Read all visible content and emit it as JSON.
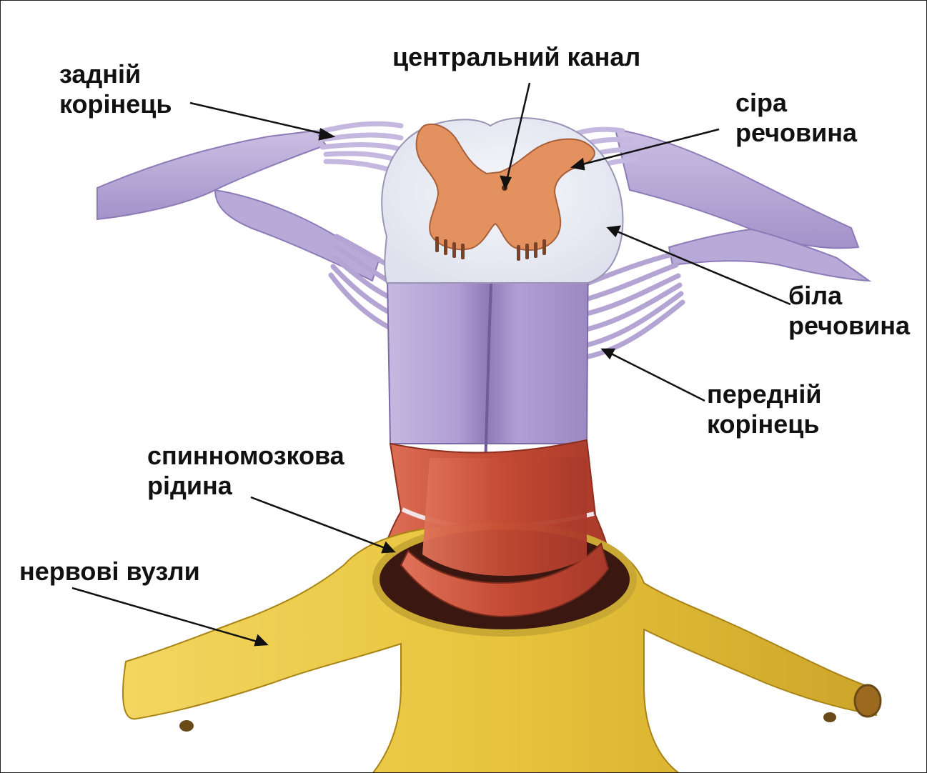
{
  "labels": {
    "posterior_root": [
      "задній",
      "корінець"
    ],
    "central_canal": "центральний канал",
    "gray_matter": [
      "сіра",
      "речовина"
    ],
    "white_matter": [
      "біла",
      "речовина"
    ],
    "anterior_root": [
      "передній",
      "корінець"
    ],
    "csf": [
      "спинномозкова",
      "рідина"
    ],
    "ganglia": "нервові вузли"
  },
  "colors": {
    "white_matter": "#ebedf5",
    "gray_matter": "#e3925f",
    "nerve_roots": "#b3a4d3",
    "column_shade": "#a18fc4",
    "meninges_red": "#c9503a",
    "dura_yellow": "#e8c43c",
    "leader_line": "#111111"
  }
}
